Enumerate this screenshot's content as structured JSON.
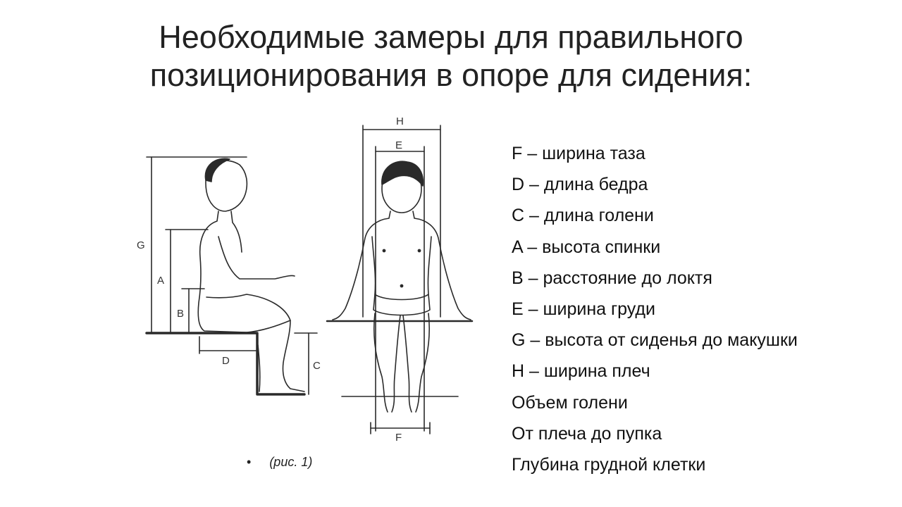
{
  "slide": {
    "title_line1": "Необходимые замеры для правильного",
    "title_line2": "позиционирования в опоре для сидения:",
    "caption": "(рис. 1)",
    "bullet": "•"
  },
  "figure": {
    "side_labels": {
      "g": "G",
      "a": "A",
      "b": "B",
      "d": "D",
      "c": "C"
    },
    "front_labels": {
      "h": "H",
      "e": "E",
      "f": "F"
    }
  },
  "measurements": [
    "F – ширина таза",
    "D – длина бедра",
    "C – длина голени",
    "A – высота спинки",
    "B – расстояние до локтя",
    "E – ширина груди",
    "G – высота от сиденья до макушки",
    "H – ширина плеч",
    "Объем голени",
    "От плеча до пупка",
    "Глубина грудной клетки"
  ]
}
